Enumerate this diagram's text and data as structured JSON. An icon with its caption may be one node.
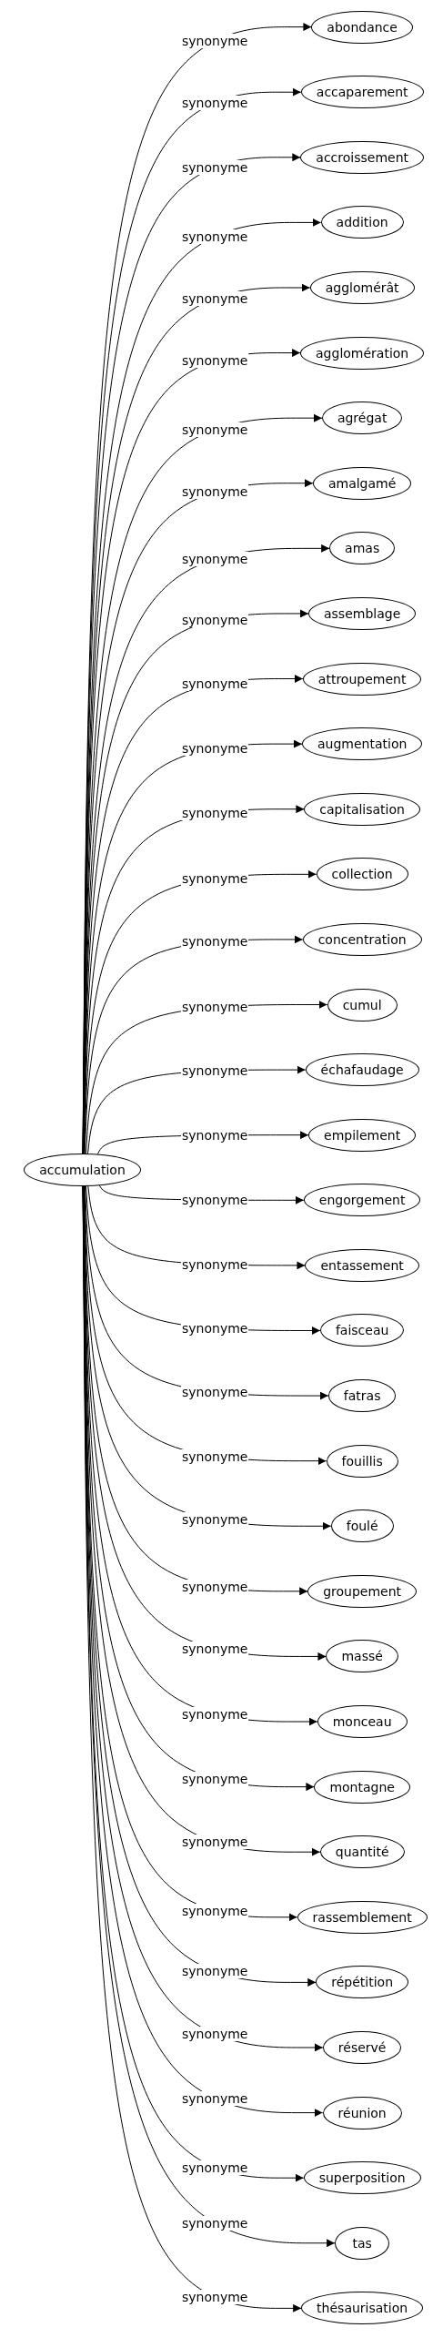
{
  "diagram": {
    "nodes": [
      {
        "text": [
          "accumulation"
        ]
      },
      {
        "text": [
          "abondance"
        ]
      },
      {
        "text": [
          "accaparement"
        ]
      },
      {
        "text": [
          "accroissement"
        ]
      },
      {
        "text": [
          "addition"
        ]
      },
      {
        "text": [
          "agglomérât"
        ]
      },
      {
        "text": [
          "agglomération"
        ]
      },
      {
        "text": [
          "agrégat"
        ]
      },
      {
        "text": [
          "amalgamé"
        ]
      },
      {
        "text": [
          "amas"
        ]
      },
      {
        "text": [
          "assemblage"
        ]
      },
      {
        "text": [
          "attroupement"
        ]
      },
      {
        "text": [
          "augmentation"
        ]
      },
      {
        "text": [
          "capitalisation"
        ]
      },
      {
        "text": [
          "collection"
        ]
      },
      {
        "text": [
          "concentration"
        ]
      },
      {
        "text": [
          "cumul"
        ]
      },
      {
        "text": [
          "échafaudage"
        ]
      },
      {
        "text": [
          "empilement"
        ]
      },
      {
        "text": [
          "engorgement"
        ]
      },
      {
        "text": [
          "entassement"
        ]
      },
      {
        "text": [
          "faisceau"
        ]
      },
      {
        "text": [
          "fatras"
        ]
      },
      {
        "text": [
          "fouillis"
        ]
      },
      {
        "text": [
          "foulé"
        ]
      },
      {
        "text": [
          "groupement"
        ]
      },
      {
        "text": [
          "massé"
        ]
      },
      {
        "text": [
          "monceau"
        ]
      },
      {
        "text": [
          "montagne"
        ]
      },
      {
        "text": [
          "quantité"
        ]
      },
      {
        "text": [
          "rassemblement"
        ]
      },
      {
        "text": [
          "répétition"
        ]
      },
      {
        "text": [
          "réservé"
        ]
      },
      {
        "text": [
          "réunion"
        ]
      },
      {
        "text": [
          "superposition"
        ]
      },
      {
        "text": [
          "tas"
        ]
      },
      {
        "text": [
          "thésaurisation"
        ]
      }
    ],
    "edges": [
      {
        "from": 0,
        "to": 1,
        "arrow": "to",
        "label": "synonyme"
      },
      {
        "from": 0,
        "to": 2,
        "arrow": "to",
        "label": "synonyme"
      },
      {
        "from": 0,
        "to": 3,
        "arrow": "to",
        "label": "synonyme"
      },
      {
        "from": 0,
        "to": 4,
        "arrow": "to",
        "label": "synonyme"
      },
      {
        "from": 0,
        "to": 5,
        "arrow": "to",
        "label": "synonyme"
      },
      {
        "from": 0,
        "to": 6,
        "arrow": "to",
        "label": "synonyme"
      },
      {
        "from": 0,
        "to": 7,
        "arrow": "to",
        "label": "synonyme"
      },
      {
        "from": 0,
        "to": 8,
        "arrow": "to",
        "label": "synonyme"
      },
      {
        "from": 0,
        "to": 9,
        "arrow": "to",
        "label": "synonyme"
      },
      {
        "from": 0,
        "to": 10,
        "arrow": "to",
        "label": "synonyme"
      },
      {
        "from": 0,
        "to": 11,
        "arrow": "to",
        "label": "synonyme"
      },
      {
        "from": 0,
        "to": 12,
        "arrow": "to",
        "label": "synonyme"
      },
      {
        "from": 0,
        "to": 13,
        "arrow": "to",
        "label": "synonyme"
      },
      {
        "from": 0,
        "to": 14,
        "arrow": "to",
        "label": "synonyme"
      },
      {
        "from": 0,
        "to": 15,
        "arrow": "to",
        "label": "synonyme"
      },
      {
        "from": 0,
        "to": 16,
        "arrow": "to",
        "label": "synonyme"
      },
      {
        "from": 0,
        "to": 17,
        "arrow": "to",
        "label": "synonyme"
      },
      {
        "from": 0,
        "to": 18,
        "arrow": "to",
        "label": "synonyme"
      },
      {
        "from": 0,
        "to": 19,
        "arrow": "to",
        "label": "synonyme"
      },
      {
        "from": 0,
        "to": 20,
        "arrow": "to",
        "label": "synonyme"
      },
      {
        "from": 0,
        "to": 21,
        "arrow": "to",
        "label": "synonyme"
      },
      {
        "from": 0,
        "to": 22,
        "arrow": "to",
        "label": "synonyme"
      },
      {
        "from": 0,
        "to": 23,
        "arrow": "to",
        "label": "synonyme"
      },
      {
        "from": 0,
        "to": 24,
        "arrow": "to",
        "label": "synonyme"
      },
      {
        "from": 0,
        "to": 25,
        "arrow": "to",
        "label": "synonyme"
      },
      {
        "from": 0,
        "to": 26,
        "arrow": "to",
        "label": "synonyme"
      },
      {
        "from": 0,
        "to": 27,
        "arrow": "to",
        "label": "synonyme"
      },
      {
        "from": 0,
        "to": 28,
        "arrow": "to",
        "label": "synonyme"
      },
      {
        "from": 0,
        "to": 29,
        "arrow": "to",
        "label": "synonyme"
      },
      {
        "from": 0,
        "to": 30,
        "arrow": "to",
        "label": "synonyme"
      },
      {
        "from": 0,
        "to": 31,
        "arrow": "to",
        "label": "synonyme"
      },
      {
        "from": 0,
        "to": 32,
        "arrow": "to",
        "label": "synonyme"
      },
      {
        "from": 0,
        "to": 33,
        "arrow": "to",
        "label": "synonyme"
      },
      {
        "from": 0,
        "to": 34,
        "arrow": "to",
        "label": "synonyme"
      },
      {
        "from": 0,
        "to": 35,
        "arrow": "to",
        "label": "synonyme"
      },
      {
        "from": 0,
        "to": 36,
        "arrow": "to",
        "label": "synonyme"
      }
    ]
  }
}
